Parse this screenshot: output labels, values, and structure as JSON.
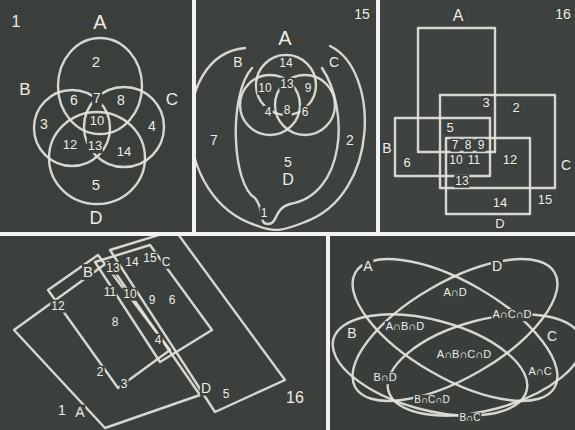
{
  "diagram": {
    "labels": [
      "1",
      "A",
      "2",
      "B",
      "6",
      "7",
      "8",
      "C",
      "3",
      "10",
      "4",
      "12",
      "13",
      "14",
      "5",
      "D",
      "15",
      "A",
      "B",
      "14",
      "C",
      "10",
      "13",
      "9",
      "4",
      "8",
      "6",
      "7",
      "2",
      "5",
      "D",
      "1",
      "16",
      "A",
      "3",
      "2",
      "5",
      "B",
      "7",
      "8",
      "9",
      "6",
      "10",
      "11",
      "12",
      "C",
      "13",
      "15",
      "14",
      "D",
      "15",
      "C",
      "B",
      "13",
      "14",
      "11",
      "10",
      "9",
      "6",
      "12",
      "8",
      "4",
      "2",
      "3",
      "1",
      "A",
      "D",
      "5",
      "16",
      "A",
      "D",
      "A∩D",
      "B",
      "A∩B∩D",
      "A∩C∩D",
      "C",
      "A∩B∩C∩D",
      "A∩C",
      "B∩D",
      "B∩C∩D",
      "B∩C"
    ]
  }
}
